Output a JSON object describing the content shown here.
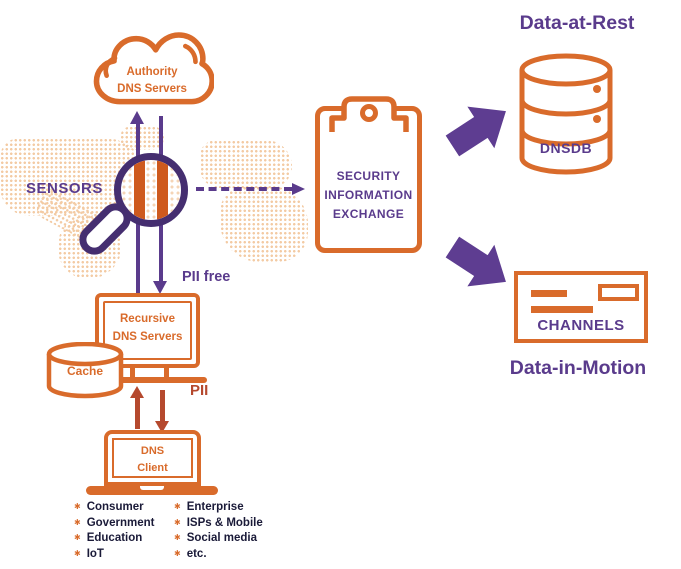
{
  "colors": {
    "orange": "#D96B2B",
    "orange_dark": "#CE5A1E",
    "purple": "#5A3B8C",
    "purple_dark": "#452E70",
    "arrow_purple": "#5E3D91",
    "red_orange": "#B5492E",
    "map_dot": "#F3CBA4",
    "list_text": "#1A1A38"
  },
  "icons": {
    "bullet": "✱"
  },
  "nodes": {
    "authority_cloud": {
      "line1": "Authority",
      "line2": "DNS Servers"
    },
    "sensors_label": "SENSORS",
    "security_exchange": {
      "line1": "SECURITY",
      "line2": "INFORMATION",
      "line3": "EXCHANGE"
    },
    "data_at_rest_title": "Data-at-Rest",
    "dnsdb_label": "DNSDB",
    "channels_label": "CHANNELS",
    "data_in_motion_title": "Data-in-Motion",
    "pii_free_label": "PII free",
    "pii_label": "PII",
    "recursive_servers": {
      "line1": "Recursive",
      "line2": "DNS Servers"
    },
    "cache_label": "Cache",
    "dns_client": {
      "line1": "DNS",
      "line2": "Client"
    }
  },
  "clients": {
    "col1": [
      "Consumer",
      "Government",
      "Education",
      "IoT"
    ],
    "col2": [
      "Enterprise",
      "ISPs & Mobile",
      "Social media",
      "etc."
    ]
  }
}
